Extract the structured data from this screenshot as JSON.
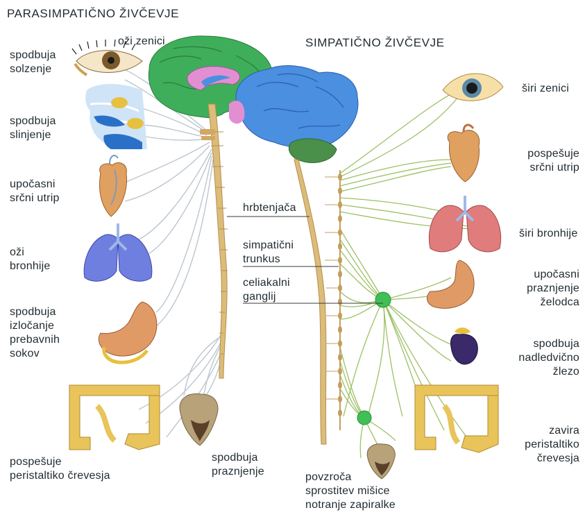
{
  "left_title": "PARASIMPATIČNO ŽIVČEVJE",
  "right_title": "SIMPATIČNO ŽIVČEVJE",
  "para": {
    "eye_pupil": "oži zenici",
    "tears": "spodbuja\nsolzenje",
    "saliva": "spodbuja\nslinjenje",
    "heart": "upočasni\nsrčni utrip",
    "bronchi": "oži\nbronhije",
    "digestive": "spodbuja\nizločanje\nprebavnih\nsokov",
    "intestine": "pospešuje\nperistaltiko črevesja",
    "bladder": "spodbuja\npraznjenje"
  },
  "center": {
    "spinal_cord": "hrbtenjača",
    "sympathetic_trunk": "simpatični\ntrunkus",
    "celiac_ganglion": "celiakalni\nganglij"
  },
  "symp": {
    "eye_pupil": "širi zenici",
    "heart": "pospešuje\nsrčni utrip",
    "bronchi": "širi bronhije",
    "stomach": "upočasni\npraznjenje\nželodca",
    "adrenal": "spodbuja\nnadledvično\nžlezo",
    "intestine": "zavira\nperistaltiko\nčrevesja",
    "bladder": "povzroča\nsprostitev mišice\nnotranje zapiralke"
  },
  "colors": {
    "brain_green": "#3fae5a",
    "brain_blue": "#4a8fe0",
    "brain_pink": "#e28fd2",
    "spine": "#d9b777",
    "nerve_para": "#b9c3cc",
    "nerve_symp": "#8fb75a",
    "ganglion": "#3fbf55",
    "lung_left": "#6f7fe0",
    "lung_right": "#e07c7c",
    "intestine": "#e9c45a",
    "stomach": "#e09a66",
    "heart": "#e0a060",
    "eye_iris": "#5b8aa6"
  }
}
